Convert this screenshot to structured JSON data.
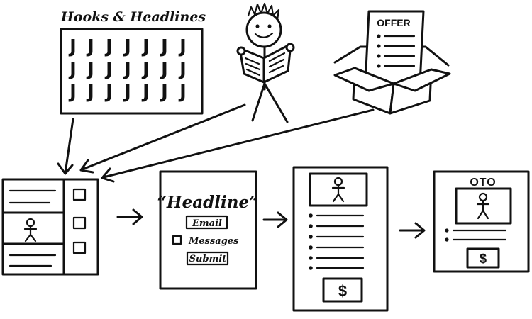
{
  "hooks_panel": {
    "title": "Hooks & Headlines",
    "hook_glyph": "J"
  },
  "offer_box": {
    "label": "OFFER"
  },
  "optin_page": {
    "headline": "“Headline”",
    "email_button": "Email",
    "messages_label": "Messages",
    "submit_button": "Submit"
  },
  "sales_page": {
    "price_symbol": "$"
  },
  "oto_page": {
    "label": "OTO",
    "price_symbol": "$"
  },
  "icons": [
    "fishing-hook-icon",
    "stick-figure-reader-icon",
    "open-box-icon",
    "arrow-right-icon",
    "checkbox-icon",
    "bullet-icon"
  ]
}
